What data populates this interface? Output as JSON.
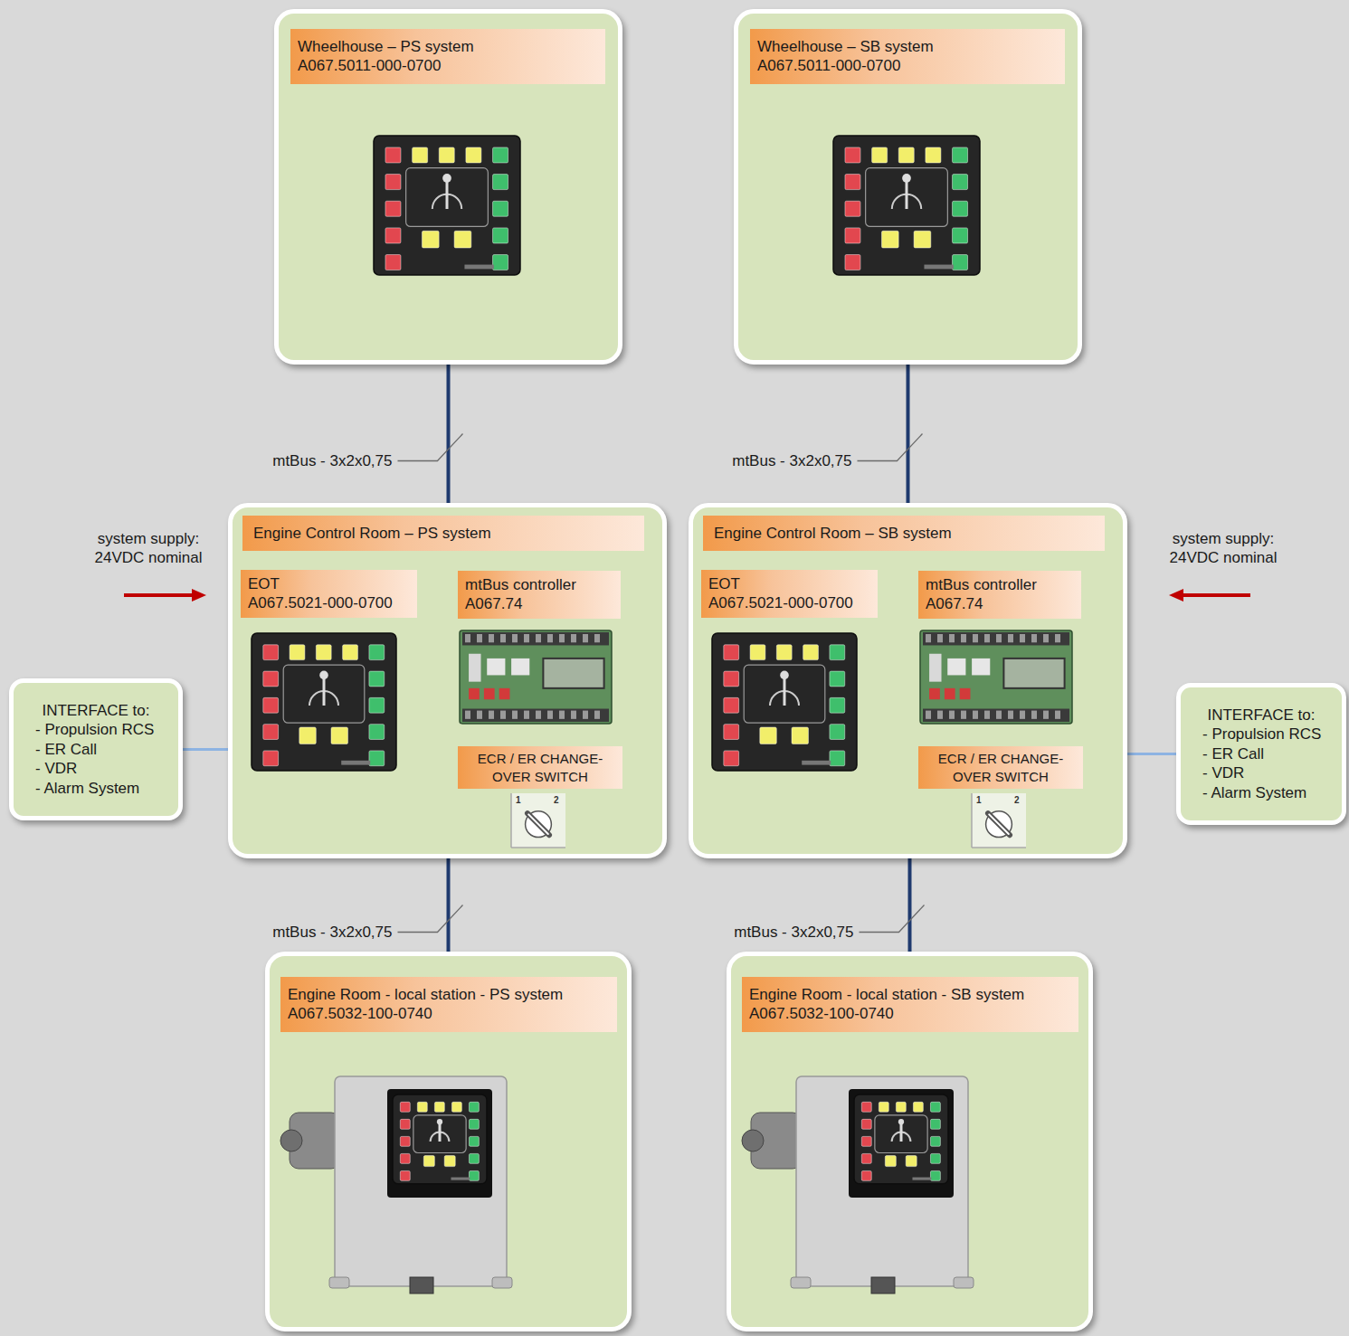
{
  "diagram": {
    "nodes": [
      {
        "text": [
          "Wheelhouse – PS system",
          "A067.5011-000-0700"
        ]
      },
      {
        "text": [
          "Wheelhouse – SB system",
          "A067.5011-000-0700"
        ]
      },
      {
        "text": [
          "Engine Control Room – PS system"
        ]
      },
      {
        "text": [
          "EOT",
          "A067.5021-000-0700"
        ],
        "in": 2
      },
      {
        "text": [
          "mtBus controller",
          "A067.74"
        ],
        "in": 2
      },
      {
        "text": [
          "ECR / ER CHANGE-OVER SWITCH"
        ],
        "in": 2
      },
      {
        "text": [
          "Engine Control Room – SB system"
        ]
      },
      {
        "text": [
          "EOT",
          "A067.5021-000-0700"
        ],
        "in": 6
      },
      {
        "text": [
          "mtBus controller",
          "A067.74"
        ],
        "in": 6
      },
      {
        "text": [
          "ECR / ER CHANGE-OVER SWITCH"
        ],
        "in": 6
      },
      {
        "text": [
          "Engine Room - local station - PS system",
          "A067.5032-100-0740"
        ]
      },
      {
        "text": [
          "Engine Room - local station - SB system",
          "A067.5032-100-0740"
        ]
      },
      {
        "text": [
          "INTERFACE to:",
          "- Propulsion RCS",
          "- ER Call",
          "- VDR",
          "- Alarm System"
        ]
      },
      {
        "text": [
          "INTERFACE to:",
          "- Propulsion RCS",
          "- ER Call",
          "- VDR",
          "- Alarm System"
        ]
      }
    ],
    "edges": [
      {
        "from": 0,
        "to": 2,
        "label": "mtBus - 3x2x0,75",
        "arrow": "none"
      },
      {
        "from": 1,
        "to": 6,
        "label": "mtBus - 3x2x0,75",
        "arrow": "none"
      },
      {
        "from": 2,
        "to": 10,
        "label": "mtBus - 3x2x0,75",
        "arrow": "none"
      },
      {
        "from": 6,
        "to": 11,
        "label": "mtBus - 3x2x0,75",
        "arrow": "none"
      },
      {
        "from": 12,
        "to": 2,
        "arrow": "none"
      },
      {
        "from": 13,
        "to": 6,
        "arrow": "none"
      }
    ],
    "labels": [
      "system supply: 24VDC nominal",
      "system supply: 24VDC nominal",
      "1",
      "2",
      "1",
      "2"
    ]
  }
}
